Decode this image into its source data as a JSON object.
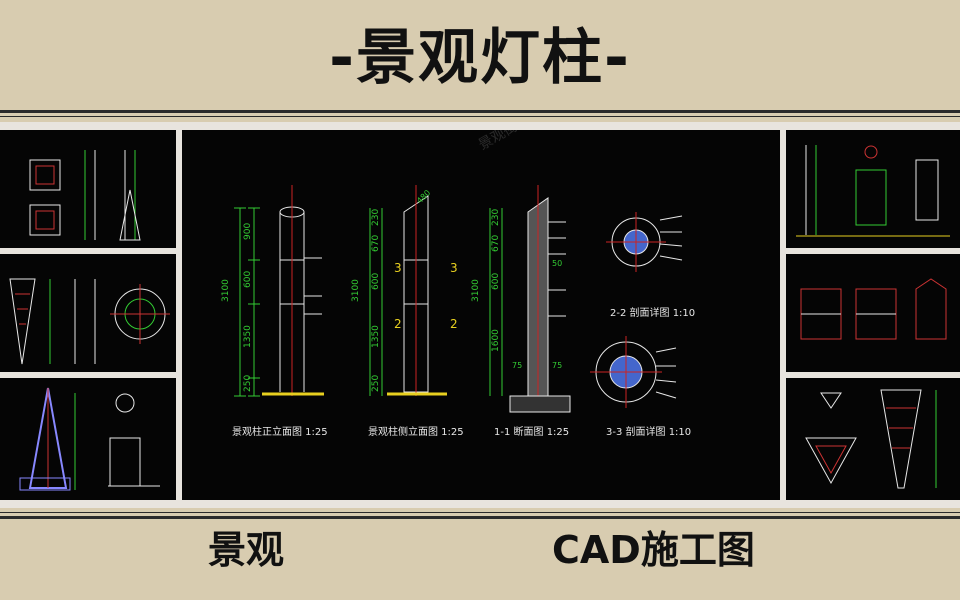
{
  "title": "-景观灯柱-",
  "captions": {
    "left": "景观",
    "right": "CAD施工图"
  },
  "main_drawing": {
    "front_view": {
      "label": "景观柱正立面图 1:25",
      "total": "3100",
      "dims": [
        "900",
        "600",
        "1350",
        "250"
      ]
    },
    "side_view": {
      "label": "景观柱侧立面图 1:25",
      "total": "3100",
      "dims": [
        "230",
        "670",
        "600",
        "1350",
        "250"
      ],
      "top_dim": "480",
      "section_marks": [
        "3",
        "2"
      ]
    },
    "section_1": {
      "label": "1-1 断面图 1:25",
      "total": "3100",
      "dims": [
        "230",
        "670",
        "600",
        "1600"
      ],
      "bottom_dims": [
        "75",
        "75"
      ],
      "side_dim": "50"
    },
    "section_2": {
      "label": "2-2 剖面详图 1:10"
    },
    "section_3": {
      "label": "3-3 剖面详图 1:10"
    }
  },
  "watermark": "景观街网 www.goiqji.com",
  "colors": {
    "background": "#d8ccb0",
    "panel": "#050505",
    "dim_line": "#33cc33",
    "center_line": "#cc2222",
    "white_line": "#e8e8e8",
    "ground": "#e8d020"
  }
}
